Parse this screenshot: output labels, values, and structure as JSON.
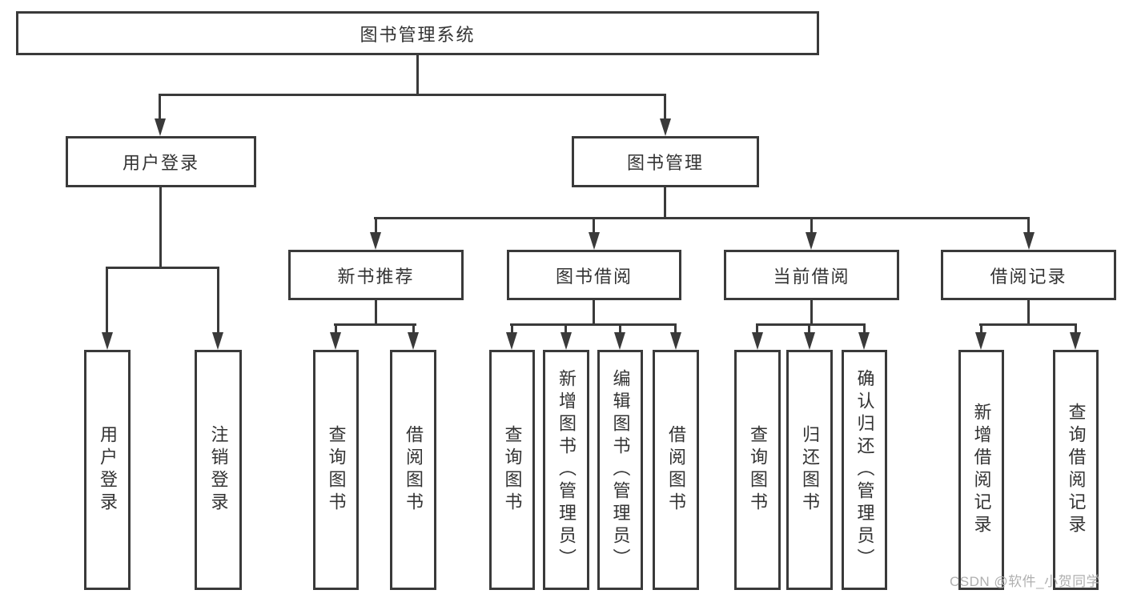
{
  "colors": {
    "line": "#3a3a3a",
    "text": "#333333",
    "watermark": "#b0b0b0",
    "background": "#ffffff"
  },
  "tree": {
    "label": "图书管理系统",
    "children": [
      {
        "label": "用户登录",
        "children": [
          {
            "label": "用户登录"
          },
          {
            "label": "注销登录"
          }
        ]
      },
      {
        "label": "图书管理",
        "children": [
          {
            "label": "新书推荐",
            "children": [
              {
                "label": "查询图书"
              },
              {
                "label": "借阅图书"
              }
            ]
          },
          {
            "label": "图书借阅",
            "children": [
              {
                "label": "查询图书"
              },
              {
                "label": "新增图书（管理员）"
              },
              {
                "label": "编辑图书（管理员）"
              },
              {
                "label": "借阅图书"
              }
            ]
          },
          {
            "label": "当前借阅",
            "children": [
              {
                "label": "查询图书"
              },
              {
                "label": "归还图书"
              },
              {
                "label": "确认归还（管理员）"
              }
            ]
          },
          {
            "label": "借阅记录",
            "children": [
              {
                "label": "新增借阅记录"
              },
              {
                "label": "查询借阅记录"
              }
            ]
          }
        ]
      }
    ]
  },
  "watermark": {
    "text": "CSDN @软件_小贺同学"
  }
}
